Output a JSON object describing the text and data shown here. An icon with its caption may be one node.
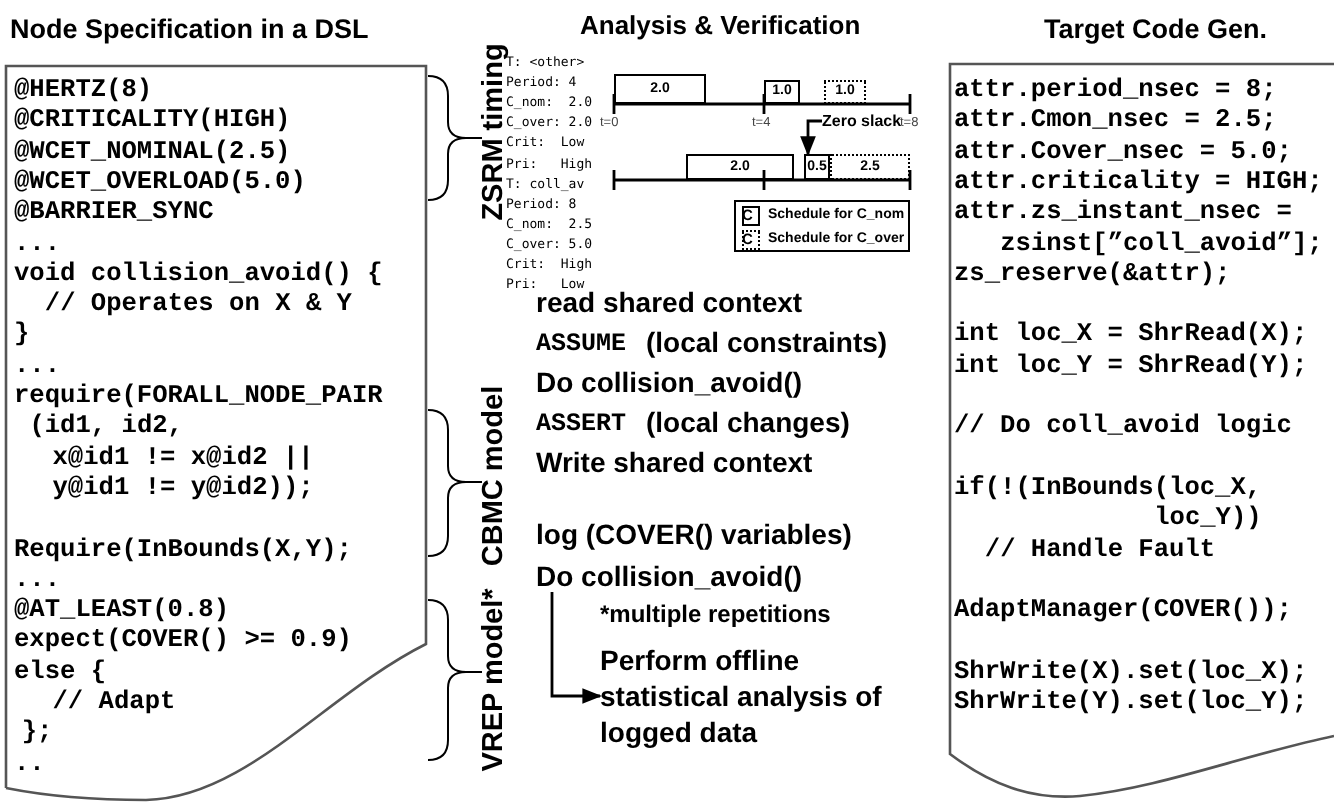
{
  "diagram": {
    "nodes": [
      {
        "text": [
          "Node Specification in a DSL",
          "@HERTZ(8)",
          "@CRITICALITY(HIGH)",
          "@WCET_NOMINAL(2.5)",
          "@WCET_OVERLOAD(5.0)",
          "@BARRIER_SYNC",
          "...",
          "void collision_avoid() {",
          "// Operates on X & Y",
          "}",
          "...",
          "require(FORALL_NODE_PAIR",
          "(id1, id2,",
          "x@id1 != x@id2 ||",
          "y@id1 != y@id2));",
          "Require(InBounds(X,Y);",
          "...",
          "@AT_LEAST(0.8)",
          "expect(COVER() >= 0.9)",
          "else {",
          "// Adapt",
          "};",
          ".."
        ]
      },
      {
        "text": [
          "2.0"
        ]
      },
      {
        "text": [
          "1.0"
        ]
      },
      {
        "text": [
          "1.0"
        ]
      },
      {
        "text": [
          "2.0"
        ]
      },
      {
        "text": [
          "0.5"
        ]
      },
      {
        "text": [
          "2.5"
        ]
      },
      {
        "text": [
          "Zero slack"
        ]
      },
      {
        "text": [
          "Do collision_avoid()"
        ]
      },
      {
        "text": [
          "Perform offline statistical analysis of logged data"
        ]
      },
      {
        "text": [
          "Target Code Gen.",
          "attr.period_nsec = 8;",
          "attr.Cmon_nsec = 2.5;",
          "attr.Cover_nsec = 5.0;",
          "attr.criticality = HIGH;",
          "attr.zs_instant_nsec =",
          "zsinst[”coll_avoid”];",
          "zs_reserve(&attr);",
          "int loc_X = ShrRead(X);",
          "int loc_Y = ShrRead(Y);",
          "// Do coll_avoid logic",
          "if(!(InBounds(loc_X,",
          "loc_Y))",
          "// Handle Fault",
          "AdaptManager(COVER());",
          "ShrWrite(X).set(loc_X);",
          "ShrWrite(Y).set(loc_Y);"
        ]
      }
    ],
    "edges": [
      {
        "from": 8,
        "to": 9,
        "arrow": "to"
      },
      {
        "from": 7,
        "to": 5,
        "arrow": "to"
      }
    ],
    "labels": [
      "Analysis & Verification",
      "ZSRM timing",
      "T: <other>",
      "Period: 4",
      "C_nom:  2.0",
      "C_over: 2.0",
      "Crit:  Low",
      "Pri:   High",
      "T: coll_av",
      "Period: 8",
      "C_nom:  2.5",
      "C_over: 5.0",
      "Crit:  High",
      "Pri:   Low",
      "t=0",
      "t=4",
      "t=8",
      "C",
      "C",
      "CBMC model",
      "read shared context",
      "ASSUME",
      "(local constraints)",
      "Do collision_avoid()",
      "ASSERT",
      "(local changes)",
      "Write shared context",
      "VREP model*",
      "log (COVER() variables)",
      "*multiple repetitions"
    ],
    "legend": [
      {
        "text": "Schedule for C_nom"
      },
      {
        "text": "Schedule for C_over"
      }
    ]
  }
}
